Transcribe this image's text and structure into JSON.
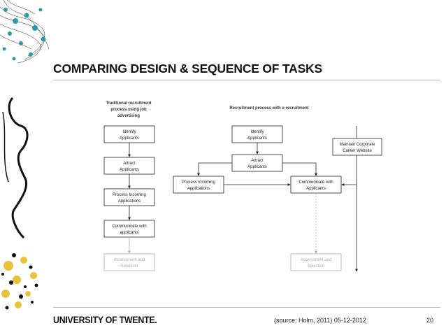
{
  "slide": {
    "title": "COMPARING DESIGN & SEQUENCE OF TASKS",
    "university": "UNIVERSITY OF TWENTE.",
    "source": "(source: Holm, 2011) 05-12-2012",
    "page_number": "20"
  },
  "diagram": {
    "traditional": {
      "heading": [
        "Traditional recruitment",
        "process using job",
        "advertising"
      ],
      "steps": [
        [
          "Identify",
          "Applicants"
        ],
        [
          "Attract",
          "Applicants"
        ],
        [
          "Process Incoming",
          "Applications"
        ],
        [
          "Communicate with",
          "applicants"
        ]
      ],
      "faded_step": [
        "Assessment and",
        "Selection"
      ]
    },
    "erecruitment": {
      "heading": "Recruitment process with e-recruitment",
      "identify": [
        "Identify",
        "Applicants"
      ],
      "attract": [
        "Attract",
        "Applicants"
      ],
      "process": [
        "Process Incoming",
        "Applications"
      ],
      "communicate": [
        "Communicate with",
        "Applicants"
      ],
      "maintain": [
        "Maintain Corporate",
        "Career Website"
      ],
      "faded_step": [
        "Assessment and",
        "Selection"
      ]
    }
  },
  "colors": {
    "teal": "#2a9aa6",
    "yellow": "#e8c23a",
    "ink": "#111111",
    "faded": "#aaaaaa"
  }
}
